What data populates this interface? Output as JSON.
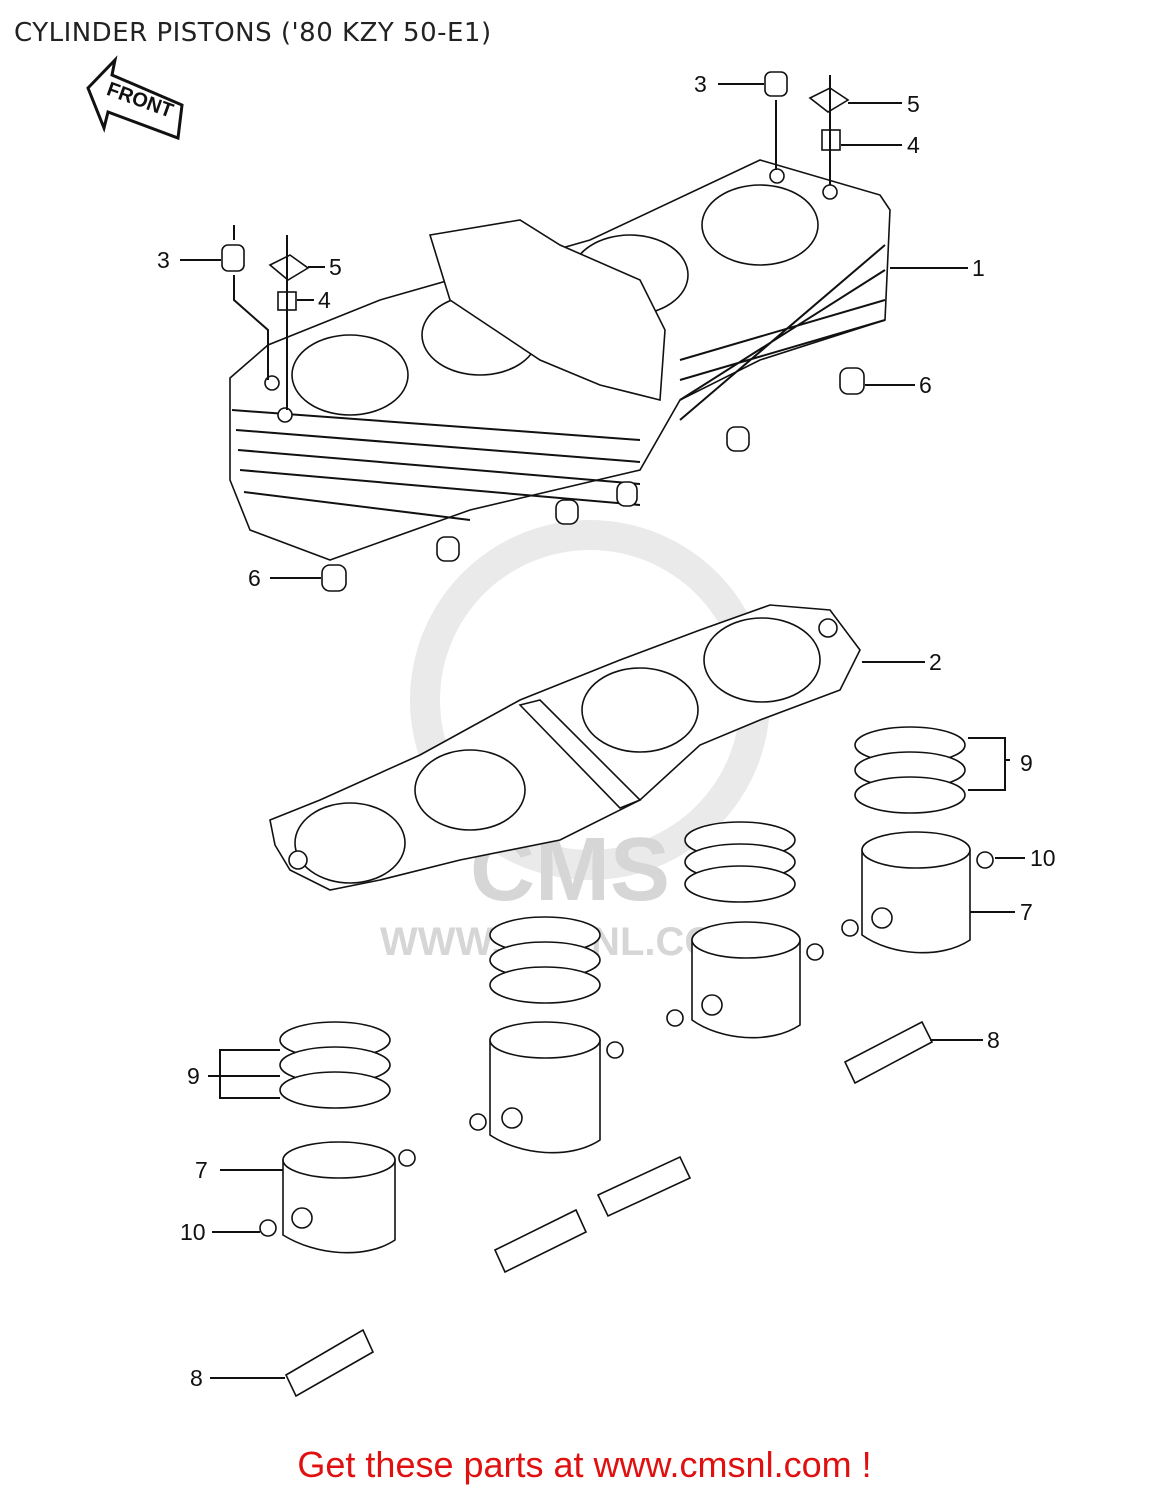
{
  "title": "CYLINDER PISTONS ('80 KZY 50-E1)",
  "front_arrow_label": "FRONT",
  "watermark": {
    "brand": "CMS",
    "url": "WWW.CMSNL.COM"
  },
  "callouts": [
    {
      "id": "c3a",
      "text": "3"
    },
    {
      "id": "c5a",
      "text": "5"
    },
    {
      "id": "c4a",
      "text": "4"
    },
    {
      "id": "c3b",
      "text": "3"
    },
    {
      "id": "c5b",
      "text": "5"
    },
    {
      "id": "c4b",
      "text": "4"
    },
    {
      "id": "c1",
      "text": "1"
    },
    {
      "id": "c6a",
      "text": "6"
    },
    {
      "id": "c6b",
      "text": "6"
    },
    {
      "id": "c2",
      "text": "2"
    },
    {
      "id": "c9a",
      "text": "9"
    },
    {
      "id": "c10a",
      "text": "10"
    },
    {
      "id": "c7a",
      "text": "7"
    },
    {
      "id": "c8a",
      "text": "8"
    },
    {
      "id": "c9b",
      "text": "9"
    },
    {
      "id": "c7b",
      "text": "7"
    },
    {
      "id": "c10b",
      "text": "10"
    },
    {
      "id": "c8b",
      "text": "8"
    }
  ],
  "footer": "Get these parts at www.cmsnl.com !",
  "colors": {
    "footer": "#e01010",
    "lines": "#111111",
    "watermark": "#d9d9d9"
  }
}
